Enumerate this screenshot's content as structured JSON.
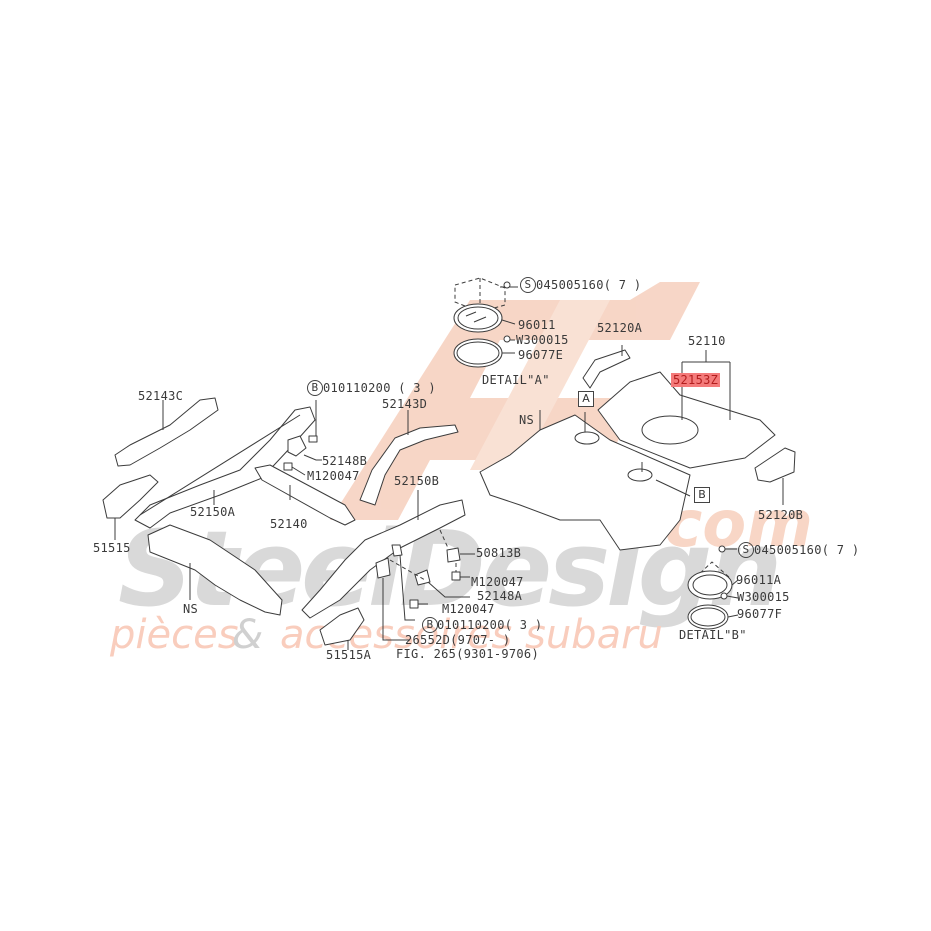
{
  "watermark": {
    "logo_color": "#f6c9b5",
    "brand_text": "SteelDesign",
    "brand_color": "#d9d9d9",
    "domain_text": ".com",
    "domain_color": "#f8d6c6",
    "tagline_left": "pièces",
    "tagline_amp": "&",
    "tagline_right": "accessoires subaru",
    "tagline_color": "#f9cdbd",
    "amp_color": "#d0d0d0"
  },
  "highlight": {
    "part": "52153Z",
    "bg_color": "#f47a7a",
    "text_color": "#b21e1e"
  },
  "detail_a": {
    "title": "DETAIL\"A\"",
    "screw": "S",
    "screw_part": "045005160( 7 )",
    "plug": "96011",
    "washer": "W300015",
    "seal": "96077E"
  },
  "detail_b": {
    "title": "DETAIL\"B\"",
    "screw": "S",
    "screw_part": "045005160( 7 )",
    "plug": "96011A",
    "washer": "W300015",
    "seal": "96077F"
  },
  "labels": {
    "p52143C": "52143C",
    "p52150A": "52150A",
    "p51515": "51515",
    "ns_left": "NS",
    "bolt_b_top": "B",
    "bolt_b_top_part": "010110200 ( 3 )",
    "p52148B": "52148B",
    "m_top": "M120047",
    "p52140": "52140",
    "p52143D": "52143D",
    "p52150B": "52150B",
    "p50813B": "50813B",
    "m_mid": "M120047",
    "p52148A": "52148A",
    "m_low": "M120047",
    "bolt_b_low": "B",
    "bolt_b_low_part": "010110200( 3 )",
    "p26552D": "26552D(9707-     )",
    "fig": "FIG. 265(9301-9706)",
    "p51515A": "51515A",
    "p52120A": "52120A",
    "p52110": "52110",
    "p52153Z": "52153Z",
    "ns_floor": "NS",
    "marker_a": "A",
    "marker_b": "B",
    "p52120B": "52120B"
  }
}
